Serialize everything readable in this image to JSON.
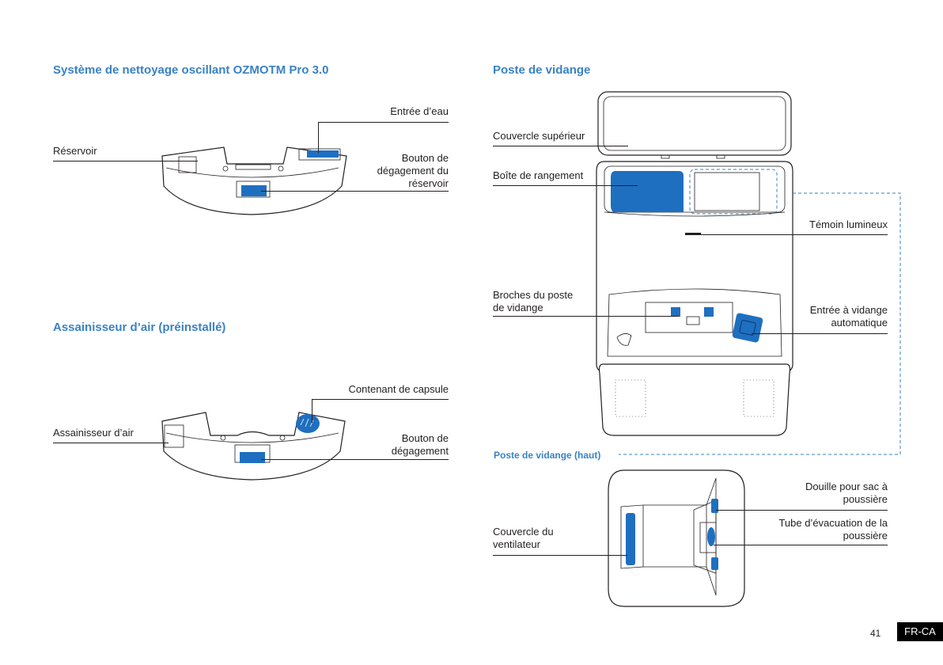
{
  "section_mop": {
    "title": "Système de nettoyage oscillant OZMOTM Pro 3.0",
    "labels": {
      "water_inlet": "Entrée d’eau",
      "tank": "Réservoir",
      "release_l1": "Bouton de",
      "release_l2": "dégagement du",
      "release_l3": "réservoir"
    }
  },
  "section_fresh": {
    "title": "Assainisseur d’air (préinstallé)",
    "labels": {
      "capsule": "Contenant de capsule",
      "freshener": "Assainisseur d’air",
      "release_l1": "Bouton de",
      "release_l2": "dégagement"
    }
  },
  "section_station": {
    "title": "Poste de vidange",
    "labels": {
      "top_cover": "Couvercle supérieur",
      "storage": "Boîte de rangement",
      "indicator": "Témoin lumineux",
      "pins_l1": "Broches du poste",
      "pins_l2": "de vidange",
      "inlet_l1": "Entrée à vidange",
      "inlet_l2": "automatique"
    }
  },
  "section_top": {
    "title": "Poste de vidange (haut)",
    "labels": {
      "socket_l1": "Douille pour sac à",
      "socket_l2": "poussière",
      "tube_l1": "Tube d’évacuation de la",
      "tube_l2": "poussière",
      "fan_l1": "Couvercle du",
      "fan_l2": "ventilateur"
    }
  },
  "footer": {
    "page_number": "41",
    "region": "FR-CA"
  },
  "colors": {
    "accent": "#3a82c4",
    "part_fill": "#1f6fc0",
    "line": "#231f20"
  }
}
